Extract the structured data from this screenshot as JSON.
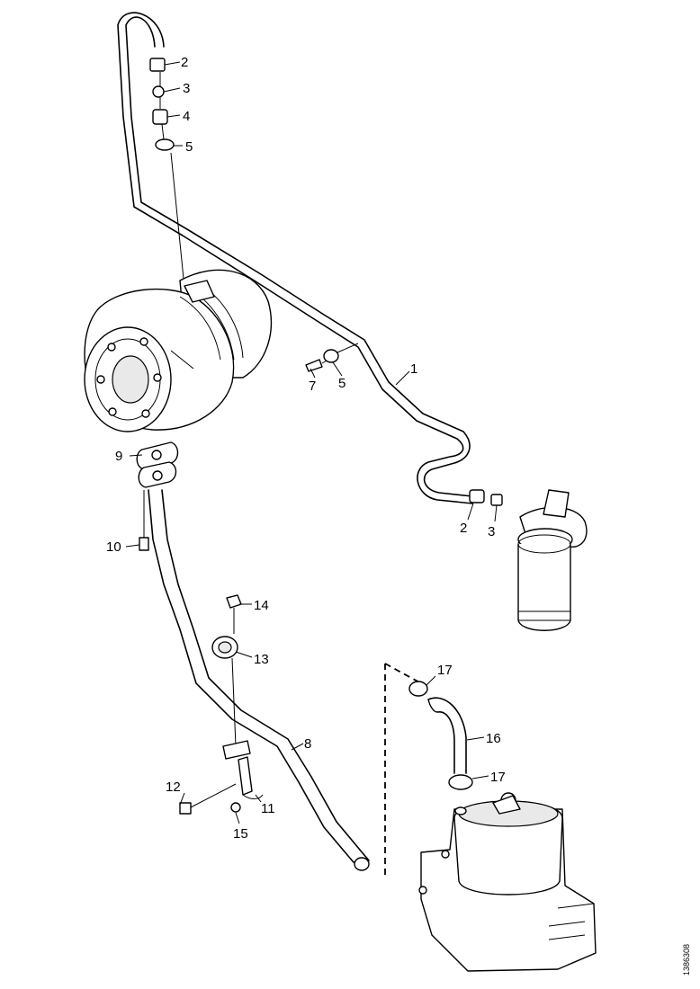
{
  "callouts": [
    {
      "id": "c2a",
      "label": "2"
    },
    {
      "id": "c3a",
      "label": "3"
    },
    {
      "id": "c4",
      "label": "4"
    },
    {
      "id": "c5a",
      "label": "5"
    },
    {
      "id": "c1",
      "label": "1"
    },
    {
      "id": "c7",
      "label": "7"
    },
    {
      "id": "c5b",
      "label": "5"
    },
    {
      "id": "c9",
      "label": "9"
    },
    {
      "id": "c2b",
      "label": "2"
    },
    {
      "id": "c3b",
      "label": "3"
    },
    {
      "id": "c10",
      "label": "10"
    },
    {
      "id": "c14",
      "label": "14"
    },
    {
      "id": "c13",
      "label": "13"
    },
    {
      "id": "c17a",
      "label": "17"
    },
    {
      "id": "c8",
      "label": "8"
    },
    {
      "id": "c16",
      "label": "16"
    },
    {
      "id": "c17b",
      "label": "17"
    },
    {
      "id": "c12",
      "label": "12"
    },
    {
      "id": "c11",
      "label": "11"
    },
    {
      "id": "c15",
      "label": "15"
    }
  ],
  "reference_number": "1386308",
  "colors": {
    "line": "#000000",
    "background": "#ffffff",
    "shade": "#e9e9e9"
  }
}
